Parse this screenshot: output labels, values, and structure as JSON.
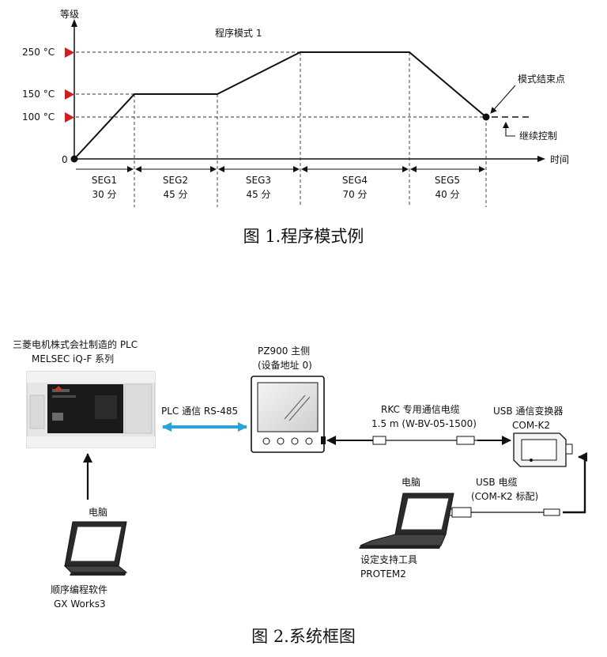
{
  "figure1": {
    "y_axis_label": "等级",
    "x_axis_label": "时间",
    "pattern_title": "程序模式 1",
    "levels": [
      {
        "label": "250 °C",
        "value": 250
      },
      {
        "label": "150 °C",
        "value": 150
      },
      {
        "label": "100 °C",
        "value": 100
      },
      {
        "label": "0",
        "value": 0
      }
    ],
    "end_point_label": "模式结束点",
    "continue_label": "继续控制",
    "segments": [
      {
        "name": "SEG1",
        "duration": "30 分"
      },
      {
        "name": "SEG2",
        "duration": "45 分"
      },
      {
        "name": "SEG3",
        "duration": "45 分"
      },
      {
        "name": "SEG4",
        "duration": "70 分"
      },
      {
        "name": "SEG5",
        "duration": "40 分"
      }
    ],
    "caption": "图 1.程序模式例"
  },
  "chart_data": {
    "type": "line",
    "x_label": "时间",
    "y_label": "等级",
    "x_unit": "分",
    "x": [
      0,
      30,
      75,
      120,
      190,
      230
    ],
    "y": [
      0,
      150,
      150,
      250,
      250,
      100
    ],
    "segments": [
      "SEG1",
      "SEG2",
      "SEG3",
      "SEG4",
      "SEG5"
    ],
    "durations": [
      30,
      45,
      45,
      70,
      40
    ],
    "y_ticks": [
      0,
      100,
      150,
      250
    ],
    "marker_color": "#cc1f1f"
  },
  "figure2": {
    "plc_title_line1": "三菱电机株式会社制造的 PLC",
    "plc_title_line2": "MELSEC iQ-F 系列",
    "plc_link_label": "PLC 通信 RS-485",
    "pz_title_line1": "PZ900 主侧",
    "pz_title_line2": "(设备地址 0)",
    "cable_line1": "RKC 专用通信电缆",
    "cable_line2": "1.5 m (W-BV-05-1500)",
    "usb_conv_line1": "USB 通信变换器",
    "usb_conv_line2": "COM-K2",
    "usb_cable_line1": "USB 电缆",
    "usb_cable_line2": "(COM-K2 标配)",
    "pc_label_left": "电脑",
    "pc_label_right": "电脑",
    "software_line1": "顺序编程软件",
    "software_line2": "GX Works3",
    "tool_line1": "设定支持工具",
    "tool_line2": "PROTEM2",
    "link_color": "#29a3d8",
    "caption": "图 2.系统框图"
  }
}
